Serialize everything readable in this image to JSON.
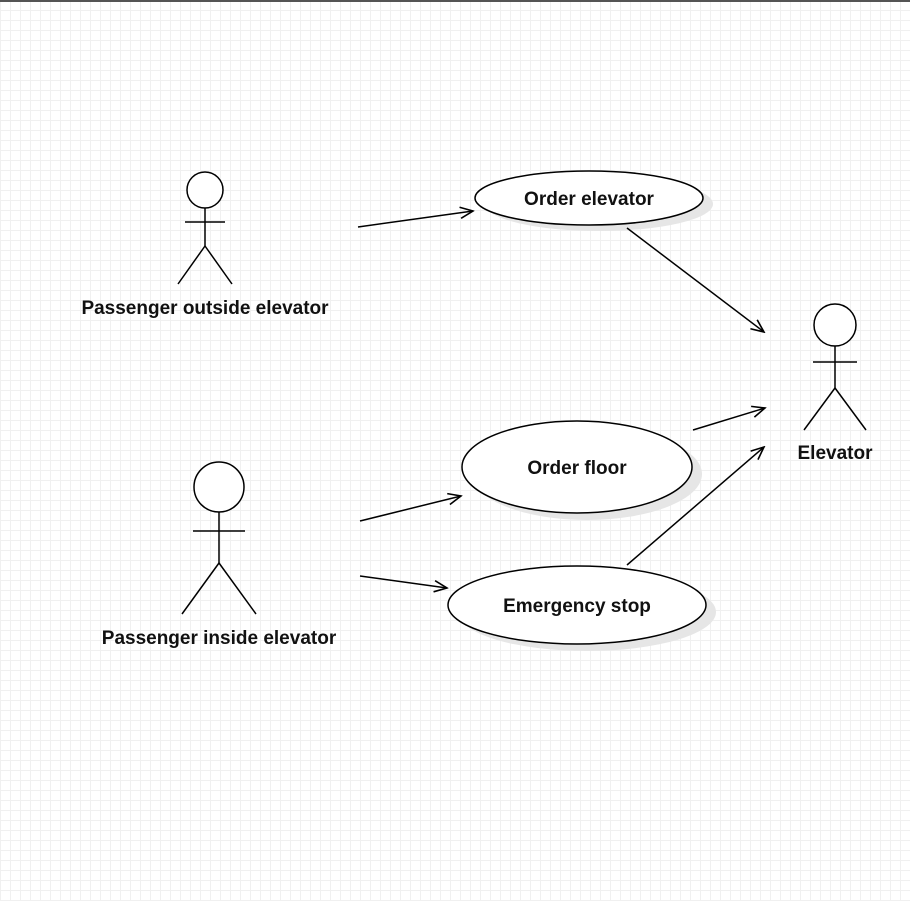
{
  "actors": {
    "outside": {
      "label": "Passenger outside elevator"
    },
    "inside": {
      "label": "Passenger inside elevator"
    },
    "elevator": {
      "label": "Elevator"
    }
  },
  "use_cases": {
    "order_elevator": {
      "label": "Order elevator"
    },
    "order_floor": {
      "label": "Order floor"
    },
    "emergency_stop": {
      "label": "Emergency stop"
    }
  },
  "colors": {
    "stroke": "#000000",
    "shadow": "#e6e6e6",
    "grid": "#f0f0f0"
  }
}
